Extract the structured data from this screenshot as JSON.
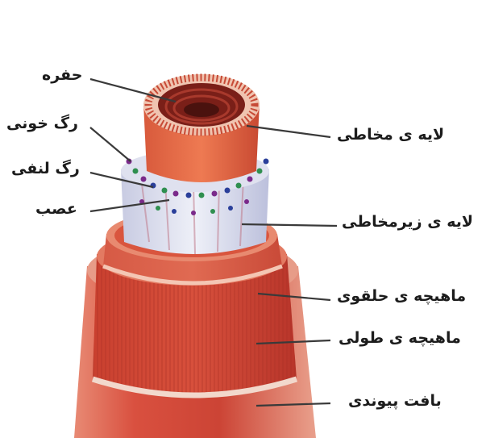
{
  "labels": {
    "cavity": "حفره",
    "blood_vessel": "رگ خونی",
    "lymph_vessel": "رگ لنفی",
    "nerve": "عصب",
    "mucosa": "لایه ی مخاطی",
    "submucosa": "لایه ی زیرمخاطی",
    "circular_muscle": "ماهیچه ی حلقوی",
    "longitudinal_muscle": "ماهیچه ی طولی",
    "connective_tissue": "بافت پیوندی"
  },
  "colors": {
    "muscle": "#d9503f",
    "muscle_dark": "#b8352a",
    "mucosa": "#e0603f",
    "submucosa": "#e4e6f2",
    "leader_line": "#3a3a3a",
    "blood_vessel_dot": "#7a2a8a",
    "lymph_vessel_dot": "#2f8f4f",
    "nerve_dot": "#2a3f9a"
  }
}
